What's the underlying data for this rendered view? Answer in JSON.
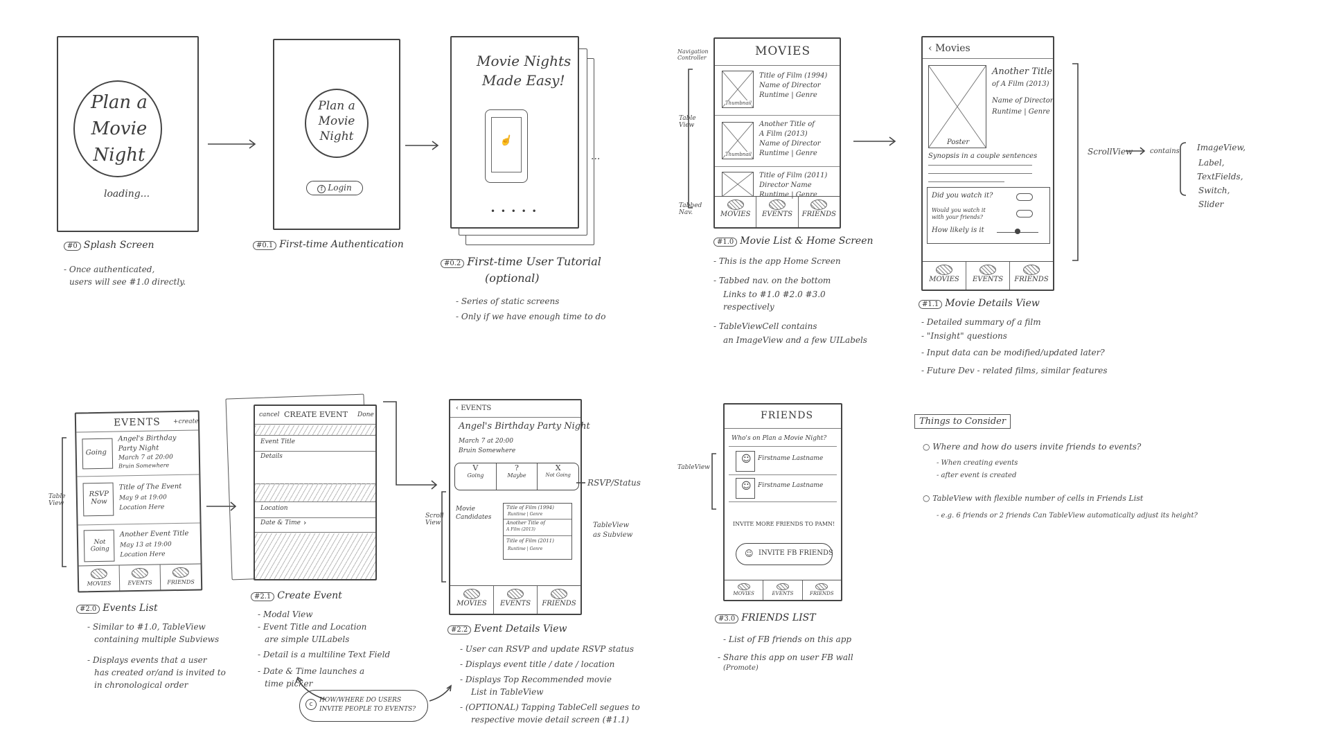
{
  "splash": {
    "title": "Plan a Movie Night",
    "loading": "loading...",
    "tag": "#0",
    "caption": "Splash Screen",
    "notes": [
      "- Once authenticated,",
      "users will see #1.0 directly."
    ]
  },
  "auth": {
    "title": "Plan a Movie Night",
    "login": "Login",
    "tag": "#0.1",
    "caption": "First-time Authentication"
  },
  "tutorial": {
    "title_l1": "Movie Nights",
    "title_l2": "Made Easy!",
    "dots": "• • • • •",
    "ellipsis": "...",
    "tag": "#0.2",
    "caption_l1": "First-time User Tutorial",
    "caption_l2": "(optional)",
    "notes": [
      "- Series of static screens",
      "- Only if we have enough time to do"
    ]
  },
  "movie_list": {
    "side_nav": "Navigation Controller",
    "side_table": "Table View",
    "side_tabbed": "Tabbed Nav.",
    "header": "MOVIES",
    "rows": [
      {
        "thumb": "Thumbnail",
        "l1": "Title of Film (1994)",
        "l2": "Name of Director",
        "l3": "Runtime | Genre"
      },
      {
        "thumb": "Thumbnail",
        "l1": "Another Title of",
        "l2": "A Film (2013)",
        "l3": "Name of Director",
        "l4": "Runtime | Genre"
      },
      {
        "thumb": "",
        "l1": "Title of Film (2011)",
        "l2": "Director Name",
        "l3": "Runtime | Genre"
      }
    ],
    "tabs": [
      "MOVIES",
      "EVENTS",
      "FRIENDS"
    ],
    "tag": "#1.0",
    "caption": "Movie List & Home Screen",
    "notes": [
      "- This is the app Home Screen",
      "- Tabbed nav. on the bottom",
      "Links to #1.0 #2.0 #3.0",
      "respectively",
      "- TableViewCell contains",
      "an ImageView and a few UILabels"
    ]
  },
  "movie_detail": {
    "back": "Movies",
    "title_l1": "Another Title",
    "title_l2": "of A Film (2013)",
    "director": "Name of Director",
    "runtime": "Runtime | Genre",
    "poster": "Poster",
    "synopsis": "Synopsis in a couple sentences",
    "q1": "Did you watch it?",
    "q2": "Would you watch it with your friends?",
    "q3": "How likely is it",
    "tabs": [
      "MOVIES",
      "EVENTS",
      "FRIENDS"
    ],
    "scroll": "ScrollView",
    "contains": "contains",
    "contains_list": [
      "ImageView,",
      "Label,",
      "TextFields,",
      "Switch,",
      "Slider"
    ],
    "tag": "#1.1",
    "caption": "Movie Details View",
    "notes": [
      "- Detailed summary of a film",
      "- \"Insight\" questions",
      "- Input data can be modified/updated later?",
      "- Future Dev - related films, similar features"
    ]
  },
  "events": {
    "header": "EVENTS",
    "create": "+create",
    "side": "Table View",
    "rows": [
      {
        "thumb": "Going",
        "l1": "Angel's Birthday",
        "l2": "Party Night",
        "l3": "March 7 at 20:00",
        "l4": "Bruin Somewhere"
      },
      {
        "thumb": "RSVP Now",
        "l1": "Title of The Event",
        "l2": "May 9 at 19:00",
        "l3": "Location Here"
      },
      {
        "thumb": "Not Going",
        "l1": "Another Event Title",
        "l2": "May 13 at 19:00",
        "l3": "Location Here"
      }
    ],
    "tabs": [
      "MOVIES",
      "EVENTS",
      "FRIENDS"
    ],
    "tag": "#2.0",
    "caption": "Events List",
    "notes": [
      "- Similar to #1.0, TableView",
      "containing multiple Subviews",
      "- Displays events that a user",
      "has created or/and is invited to",
      "in chronological order"
    ]
  },
  "create_event": {
    "cancel": "cancel",
    "header": "CREATE EVENT",
    "done": "Done",
    "fields": [
      "Event Title",
      "Details",
      "Location",
      "Date & Time"
    ],
    "tag": "#2.1",
    "caption": "Create Event",
    "notes": [
      "- Modal View",
      "- Event Title and Location",
      "are simple UILabels",
      "- Detail is a multiline Text Field",
      "- Date & Time launches a",
      "time picker"
    ],
    "question": "HOW/WHERE DO USERS INVITE PEOPLE TO EVENTS?"
  },
  "event_detail": {
    "back": "EVENTS",
    "title": "Angel's Birthday Party Night",
    "date": "March 7 at 20:00",
    "location": "Bruin Somewhere",
    "rsvp": [
      {
        "mark": "V",
        "label": "Going"
      },
      {
        "mark": "?",
        "label": "Maybe"
      },
      {
        "mark": "X",
        "label": "Not Going"
      }
    ],
    "rsvp_note": "RSVP/Status",
    "candidates_l1": "Movie",
    "candidates_l2": "Candidates",
    "scroll": "Scroll View",
    "table_note_l1": "TableView",
    "table_note_l2": "as Subview",
    "films": [
      "Title of Film (1994)",
      "Runtime | Genre",
      "Another Title of",
      "A Film (2013)",
      "Title of Film (2011)",
      "Runtime | Genre"
    ],
    "tabs": [
      "MOVIES",
      "EVENTS",
      "FRIENDS"
    ],
    "tag": "#2.2",
    "caption": "Event Details View",
    "notes": [
      "- User can RSVP and update RSVP status",
      "- Displays event title / date / location",
      "- Displays Top Recommended movie",
      "List in TableView",
      "- (OPTIONAL) Tapping TableCell segues to",
      "respective movie detail screen (#1.1)"
    ]
  },
  "friends": {
    "header": "FRIENDS",
    "side": "TableView",
    "question": "Who's on Plan a Movie Night?",
    "people": [
      "Firstname Lastname",
      "Firstname Lastname"
    ],
    "invite_text": "INVITE MORE FRIENDS TO PAMN!",
    "invite_button": "INVITE FB FRIENDS",
    "tabs": [
      "MOVIES",
      "EVENTS",
      "FRIENDS"
    ],
    "tag": "#3.0",
    "caption": "FRIENDS LIST",
    "notes": [
      "- List of FB friends on this app",
      "- Share this app on user FB wall",
      "(Promote)"
    ]
  },
  "consider": {
    "title": "Things to Consider",
    "items": [
      "Where and how do users invite friends to events?",
      "- When creating events",
      "- after event is created",
      "TableView with flexible number of cells in Friends List",
      "- e.g. 6 friends or 2 friends   Can TableView automatically adjust its height?"
    ]
  }
}
